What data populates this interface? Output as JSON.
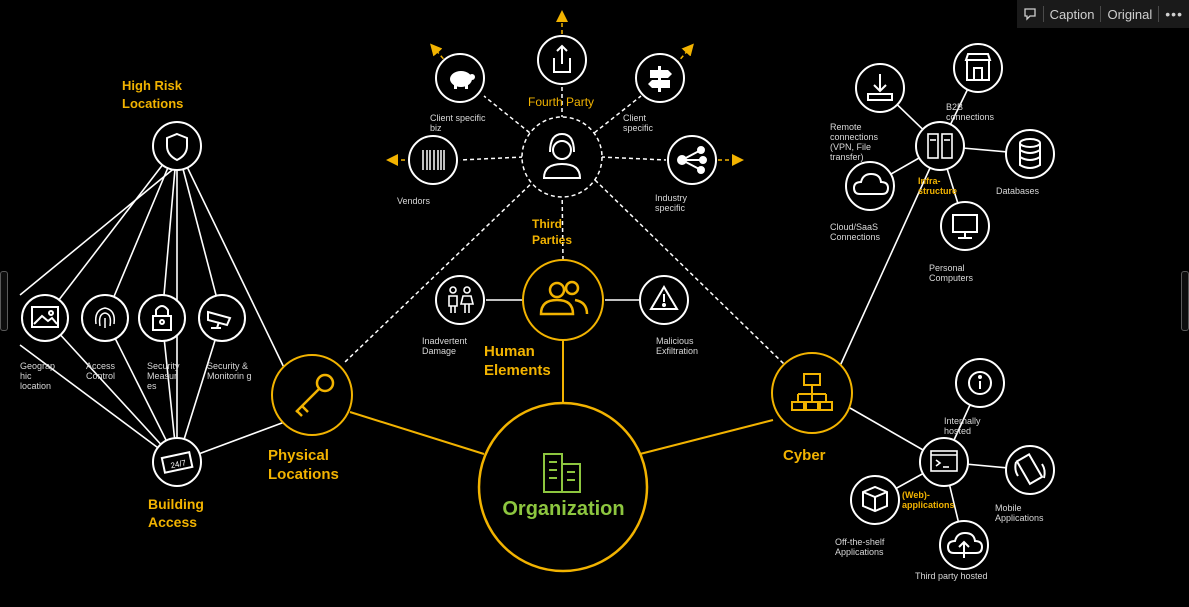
{
  "toolbar": {
    "comment_icon": "comment-icon",
    "caption_label": "Caption",
    "original_label": "Original",
    "more_icon": "more-icon"
  },
  "colors": {
    "accent": "#f2b300",
    "line": "#ffffff",
    "org_text": "#8dc63f",
    "background": "#000000"
  },
  "diagram": {
    "organization": {
      "label": "Organization",
      "icon": "building-icon"
    },
    "categories": {
      "physical": {
        "label": "Physical Locations",
        "icon": "key-icon"
      },
      "human": {
        "label": "Human Elements",
        "icon": "people-icon"
      },
      "cyber": {
        "label": "Cyber",
        "icon": "network-icon"
      },
      "third_parties": {
        "label": "Third Parties",
        "icon": "headset-user-icon"
      },
      "high_risk": {
        "label": "High Risk Locations",
        "icon": "shield-icon"
      },
      "building_access": {
        "label": "Building Access",
        "icon": "24-7-sign-icon"
      },
      "fourth_party": {
        "label": "Fourth Party",
        "icon": "share-icon"
      },
      "infrastructure": {
        "label": "Infra-structure",
        "icon": "server-icon"
      },
      "web_applications": {
        "label": "(Web)-applications",
        "icon": "terminal-icon"
      }
    },
    "physical_items": [
      {
        "label": "Geograp hic location",
        "icon": "map-icon"
      },
      {
        "label": "Access Control",
        "icon": "fingerprint-icon"
      },
      {
        "label": "Security Measur es",
        "icon": "lock-icon"
      },
      {
        "label": "Security & Monitorin g",
        "icon": "camera-icon"
      }
    ],
    "human_items": [
      {
        "label": "Inadvertent Damage",
        "icon": "couple-icon"
      },
      {
        "label": "Malicious Exfiltration",
        "icon": "warning-icon"
      }
    ],
    "third_party_items": [
      {
        "label": "Client specific biz",
        "icon": "piggy-bank-icon"
      },
      {
        "label": "Client specific",
        "icon": "signpost-icon"
      },
      {
        "label": "Vendors",
        "icon": "barcode-icon"
      },
      {
        "label": "Industry specific",
        "icon": "share-nodes-icon"
      }
    ],
    "infrastructure_items": [
      {
        "label": "Remote connections (VPN, File transfer)",
        "icon": "download-icon"
      },
      {
        "label": "B2B connections",
        "icon": "store-icon"
      },
      {
        "label": "Databases",
        "icon": "database-icon"
      },
      {
        "label": "Cloud/SaaS Connections",
        "icon": "cloud-icon"
      },
      {
        "label": "Personal Computers",
        "icon": "monitor-icon"
      }
    ],
    "web_items": [
      {
        "label": "Internally hosted",
        "icon": "info-icon"
      },
      {
        "label": "Mobile Applications",
        "icon": "mobile-icon"
      },
      {
        "label": "Off-the-shelf Applications",
        "icon": "box-icon"
      },
      {
        "label": "Third party hosted",
        "icon": "cloud-upload-icon"
      }
    ]
  }
}
